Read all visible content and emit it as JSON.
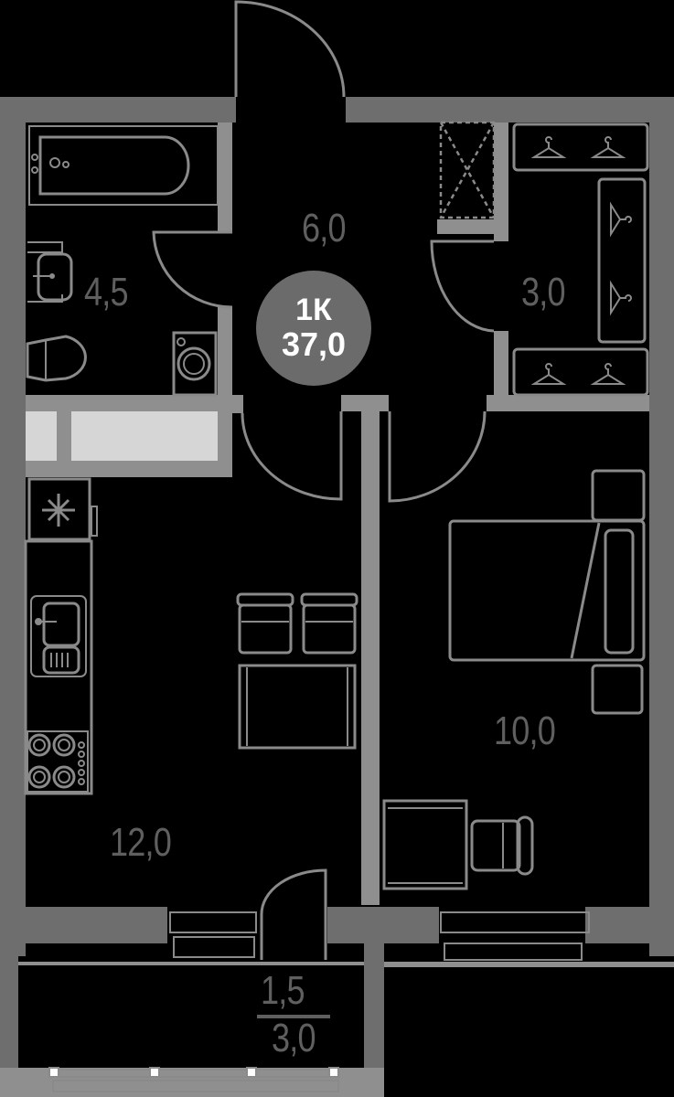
{
  "plan": {
    "apartment_type": "1К",
    "total_area": "37,0",
    "colors": {
      "background": "#000000",
      "wall": "#6e6e6e",
      "wall_light": "#8f8f8f",
      "fixture_line": "#8a8a8a",
      "window_glass": "#d6d6d6",
      "badge_bg": "#6b6b6b",
      "badge_text": "#ffffff",
      "area_text": "#5f5f5f"
    }
  },
  "rooms": [
    {
      "id": "bathroom",
      "area": "4,5",
      "fixtures": [
        "bathtub-icon",
        "sink-icon",
        "toilet-icon",
        "washing-machine-icon"
      ]
    },
    {
      "id": "hallway",
      "area": "6,0",
      "fixtures": []
    },
    {
      "id": "wardrobe",
      "area": "3,0",
      "fixtures": [
        "hanger-icon",
        "hanger-icon",
        "hanger-icon",
        "hanger-icon",
        "hanger-icon",
        "hanger-icon"
      ]
    },
    {
      "id": "kitchen-living",
      "area": "12,0",
      "fixtures": [
        "fridge-icon",
        "kitchen-sink-icon",
        "cooktop-icon",
        "dining-table-icon",
        "chair-icon",
        "chair-icon"
      ]
    },
    {
      "id": "bedroom",
      "area": "10,0",
      "fixtures": [
        "bed-icon",
        "nightstand-icon",
        "nightstand-icon",
        "desk-icon",
        "armchair-icon"
      ]
    },
    {
      "id": "balcony",
      "area": "1,5",
      "area_full": "3,0",
      "fixtures": []
    }
  ]
}
